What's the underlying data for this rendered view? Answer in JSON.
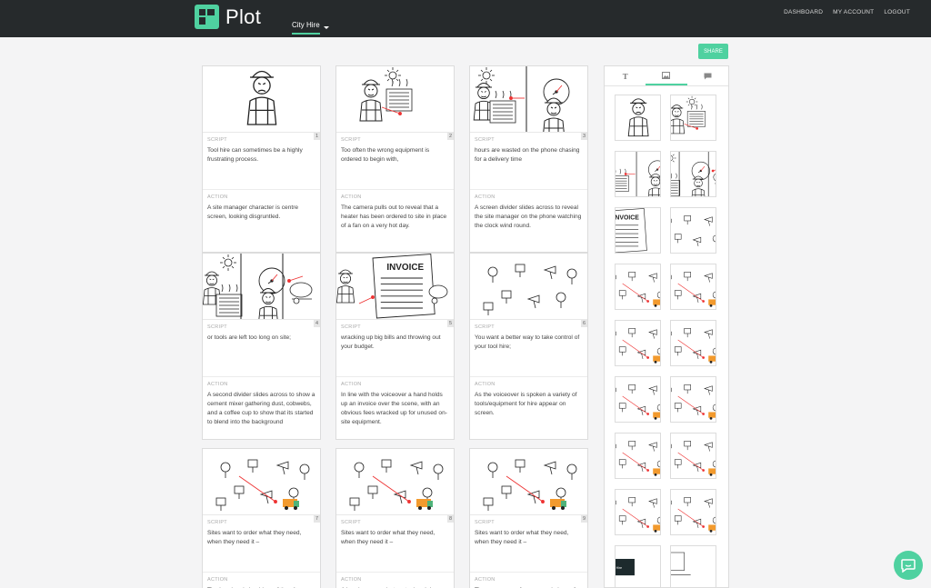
{
  "brand": {
    "name": "Plot"
  },
  "project": {
    "name": "City Hire"
  },
  "nav": [
    "DASHBOARD",
    "MY ACCOUNT",
    "LOGOUT"
  ],
  "share_label": "SHARE",
  "labels": {
    "script": "SCRIPT",
    "action": "ACTION"
  },
  "sidebar": {
    "tabs": [
      "text-tab-icon",
      "image-tab-icon",
      "comment-tab-icon"
    ]
  },
  "frames": [
    {
      "num": "1",
      "script": "Tool hire can sometimes be a highly frustrating process.",
      "action": "A site manager character is centre screen, looking disgruntled."
    },
    {
      "num": "2",
      "script": "Too often the wrong equipment is ordered to begin with,",
      "action": "The camera pulls out to reveal that a heater has been ordered to site in place of a fan on a very hot day."
    },
    {
      "num": "3",
      "script": "hours are wasted on the phone chasing for a delivery time",
      "action": "A screen divider slides across to reveal the site manager on the phone watching the clock wind round."
    },
    {
      "num": "4",
      "script": "or tools are left too long on site;",
      "action": "A second divider slides across to show a cement mixer gathering dust, cobwebs, and a coffee cup to show that its started to blend into the background"
    },
    {
      "num": "5",
      "script": "wracking up big bills and throwing out your budget.",
      "action": "In line with the voiceover a hand holds up an invoice over the scene, with an obvious fees wracked up for unused on-site equipment."
    },
    {
      "num": "6",
      "script": "You want a better way to take control of your tool hire;",
      "action": "As the voiceover is spoken a variety of tools/equipment for hire appear on screen."
    },
    {
      "num": "7",
      "script": "Sites want to order what they need, when they need it –",
      "action": "The head and shoulders of the site manager pop up in the corner of the"
    },
    {
      "num": "8",
      "script": "Sites want to order what they need, when they need it –",
      "action": "A hand cursor selects a tool and drags and drops to the van."
    },
    {
      "num": "9",
      "script": "Sites want to order what they need, when they need it –",
      "action": "The cursor goes for a second piece of kit"
    }
  ],
  "invoice_word": "INVOICE",
  "van_word": "City Hire"
}
